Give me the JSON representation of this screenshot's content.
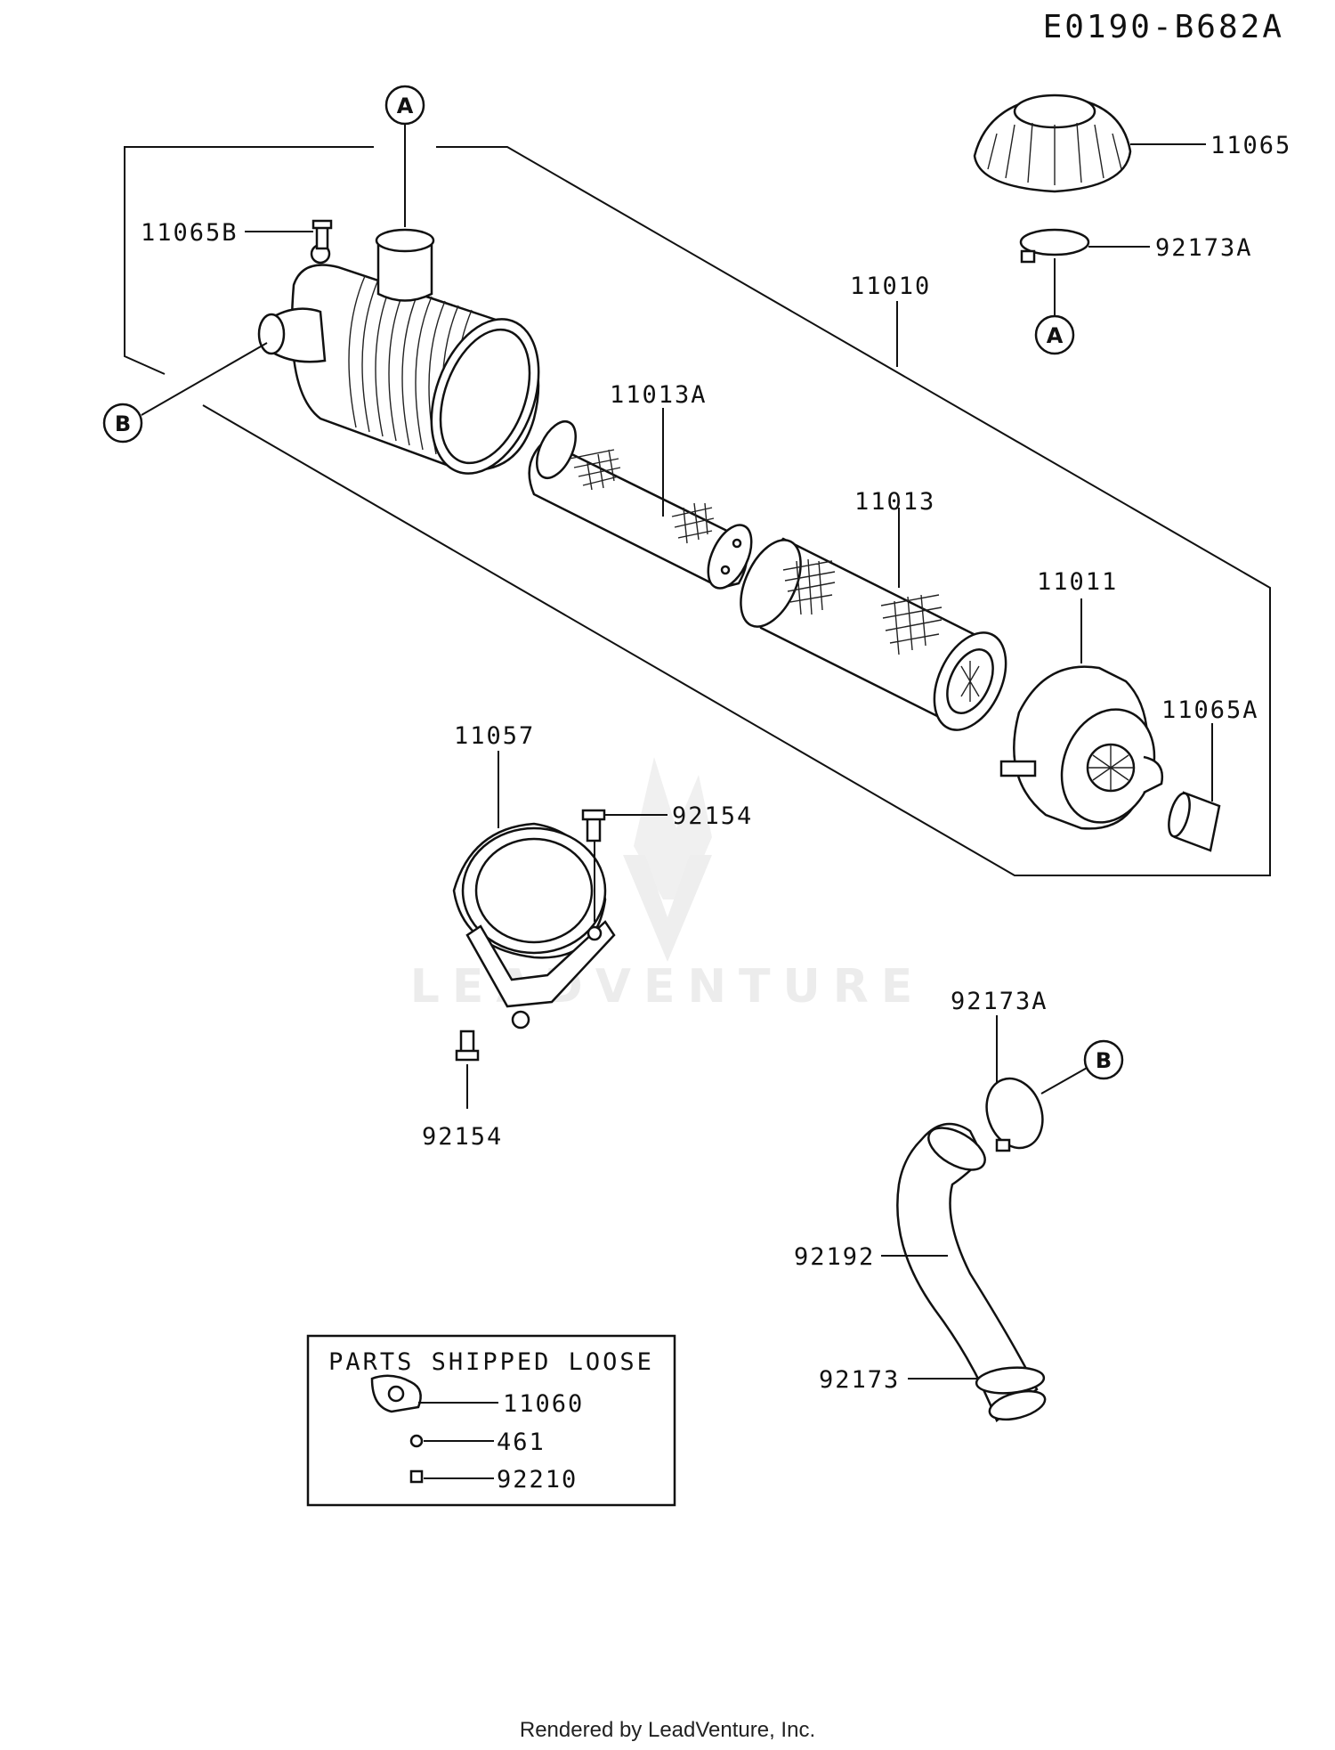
{
  "diagram_code": "E0190-B682A",
  "parts": {
    "air_cleaner_assy": "11010",
    "body": "11011",
    "element_primary": "11013",
    "element_inner": "11013A",
    "cap": "11065",
    "valve": "11065A",
    "bolt_top": "11065B",
    "bracket": "11057",
    "bolt_1": "92154",
    "bolt_2": "92154",
    "clamp_1": "92173A",
    "clamp_2": "92173A",
    "clamp_3": "92173",
    "hose": "92192"
  },
  "refs": {
    "a1": "A",
    "a2": "A",
    "b1": "B",
    "b2": "B"
  },
  "loose_box": {
    "title": "PARTS SHIPPED LOOSE",
    "items": [
      "11060",
      "461",
      "92210"
    ]
  },
  "watermark": "LEADVENTURE",
  "footer": "Rendered by LeadVenture, Inc."
}
